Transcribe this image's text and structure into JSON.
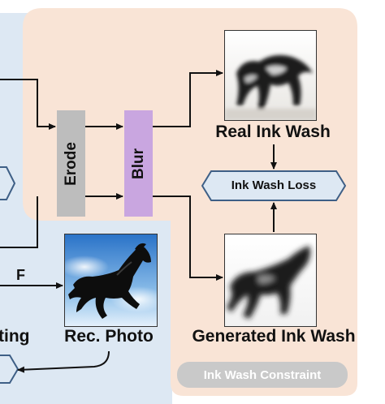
{
  "colors": {
    "left_panel": "#dde8f3",
    "right_panel": "#f9e4d6",
    "erode_box": "#bdbdbd",
    "blur_box": "#c9a6e0",
    "loss_box": "#dde8f3",
    "pill": "#c9c9c9",
    "arrow": "#111111"
  },
  "nodes": {
    "erode": "Erode",
    "blur": "Blur",
    "real_ink_wash": "Real Ink Wash",
    "generated_ink_wash": "Generated Ink Wash",
    "ink_wash_loss": "Ink Wash Loss",
    "rec_photo": "Rec. Photo",
    "left_cut_label": "ting",
    "edge_label_f": "F"
  },
  "constraint_label": "Ink Wash Constraint"
}
